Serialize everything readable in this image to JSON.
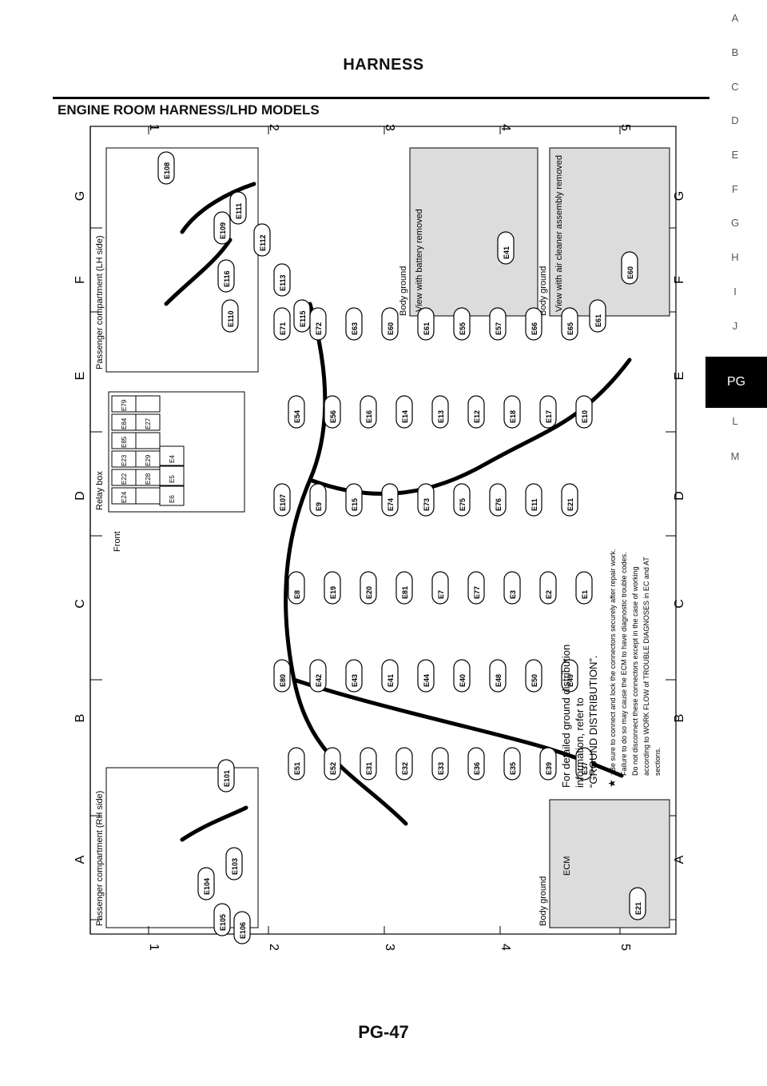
{
  "header": {
    "title": "HARNESS",
    "page_number": "PG-47"
  },
  "section_title": "ENGINE ROOM HARNESS/LHD MODELS",
  "side_index": {
    "letters": [
      "A",
      "B",
      "C",
      "D",
      "E",
      "F",
      "G",
      "H",
      "I",
      "J",
      "PG",
      "L",
      "M"
    ],
    "active": "PG"
  },
  "diagram": {
    "figure_id": "MKWA3852E",
    "grid_columns": [
      "A",
      "B",
      "C",
      "D",
      "E",
      "F",
      "G"
    ],
    "grid_rows": [
      "1",
      "2",
      "3",
      "4",
      "5"
    ],
    "panel_labels": {
      "passenger_lh": "Passenger compartment (LH side)",
      "passenger_rh": "Passenger compartment (RH side)",
      "relay_box": "Relay box",
      "front": "Front",
      "body_ground_battery": "Body ground",
      "view_battery": "View with battery removed",
      "body_ground_aircleaner": "Body ground",
      "view_aircleaner": "View with air cleaner assembly removed",
      "body_ground_ecm": "Body ground",
      "ecm": "ECM"
    },
    "relay_box_connectors": {
      "col1": [
        "E4",
        "E5",
        "E6"
      ],
      "col2": [
        "",
        "E27",
        "",
        "E29",
        "E28",
        ""
      ],
      "col3": [
        "E79",
        "E84",
        "E85",
        "E23",
        "E22",
        "E24"
      ]
    },
    "lh_connectors": [
      "E108",
      "E109",
      "E116",
      "E110",
      "E111",
      "E112",
      "E113",
      "E115"
    ],
    "rh_connectors": [
      "E104",
      "E105",
      "E103",
      "E106",
      "E101"
    ],
    "battery_connectors": [
      "E41"
    ],
    "aircleaner_connectors": [
      "E60",
      "E61"
    ],
    "ecm_connectors": [
      "E21"
    ],
    "main_connectors": [
      "E71",
      "E72",
      "E63",
      "E60",
      "E61",
      "E55",
      "E57",
      "E66",
      "E65",
      "E54",
      "E56",
      "E16",
      "E14",
      "E13",
      "E12",
      "E18",
      "E17",
      "E10",
      "E107",
      "E9",
      "E15",
      "E74",
      "E73",
      "E75",
      "E76",
      "E11",
      "E21",
      "E8",
      "E19",
      "E20",
      "E81",
      "E7",
      "E77",
      "E3",
      "E2",
      "E1",
      "E80",
      "E42",
      "E43",
      "E41",
      "E44",
      "E40",
      "E48",
      "E50",
      "E49",
      "E51",
      "E52",
      "E31",
      "E32",
      "E33",
      "E36",
      "E35",
      "E39",
      "E37"
    ],
    "notes": {
      "ground_ref_1": "For detailed ground distribution",
      "ground_ref_2": "information, refer to",
      "ground_ref_3": "“GROUND DISTRIBUTION”.",
      "star_symbol": "★",
      "caution_1": ": Be sure to connect and lock the connectors securely after repair work.",
      "caution_2": "Failure to do so may cause the ECM to have diagnostic trouble codes.",
      "caution_3": "Do not disconnect these connectors except in the case of working",
      "caution_4": "according to WORK FLOW of TROUBLE DIAGNOSES in EC and AT",
      "caution_5": "sections."
    }
  }
}
